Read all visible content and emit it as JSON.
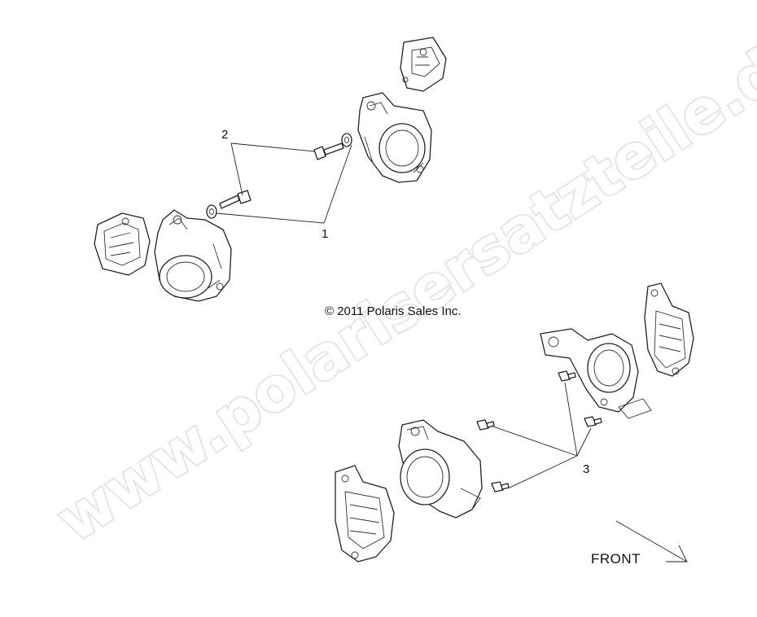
{
  "watermark": "www.polarisersatzteile.de",
  "copyright": "© 2011 Polaris Sales Inc.",
  "callouts": {
    "one": "1",
    "two": "2",
    "three": "3"
  },
  "front_label": "FRONT"
}
